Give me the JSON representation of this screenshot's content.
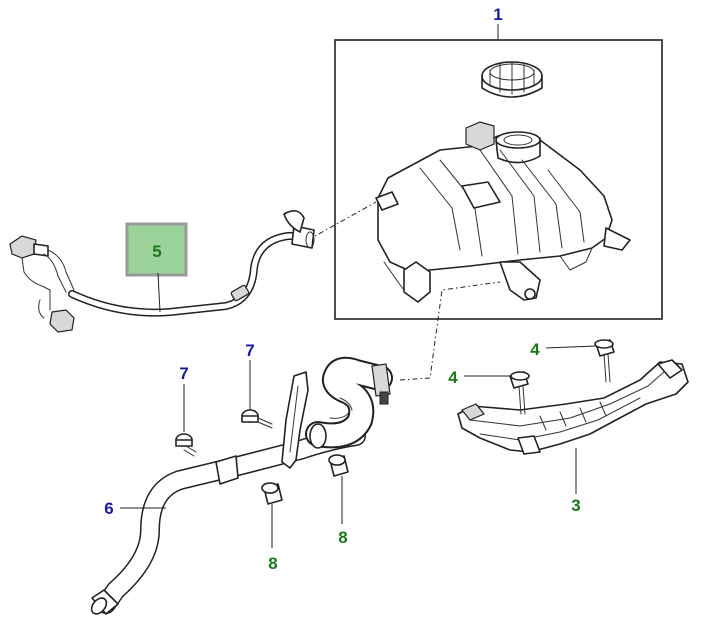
{
  "diagram": {
    "callouts": {
      "c1": "1",
      "c2": "3",
      "c3": "4",
      "c4": "4",
      "c5": "5",
      "c6": "6",
      "c7": "7",
      "c8": "7",
      "c9": "8",
      "c10": "8"
    },
    "colors": {
      "callout_blue": "#1a1aa8",
      "callout_green": "#1a7a1a",
      "highlight_fill": "#9cd39a",
      "highlight_border": "#9a9a9a"
    }
  }
}
